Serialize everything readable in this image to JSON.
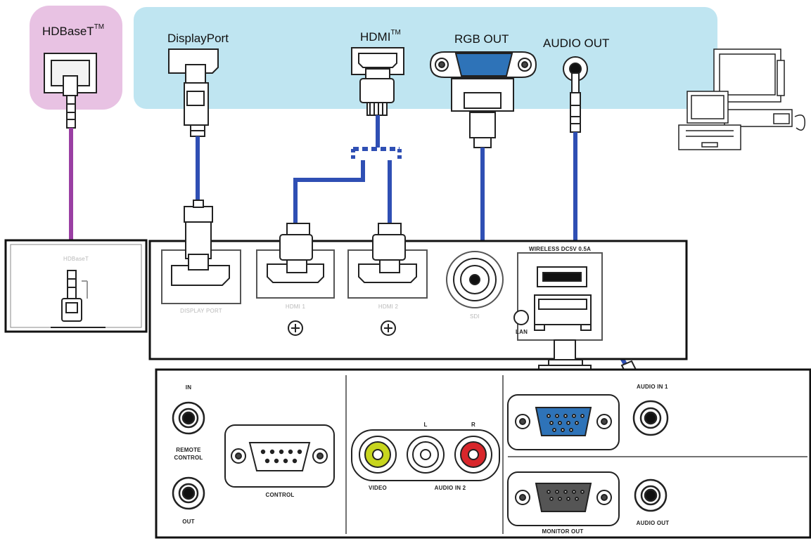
{
  "source_labels": {
    "hdbaset": "HDBaseT",
    "hdbaset_tm": "TM",
    "displayport": "DisplayPort",
    "hdmi": "HDMI",
    "hdmi_tm": "TM",
    "rgb_out": "RGB OUT",
    "audio_out": "AUDIO OUT"
  },
  "projector_panel": {
    "hdbaset_port": "HDBaseT",
    "display_port": "DISPLAY PORT",
    "hdmi1": "HDMI 1",
    "hdmi2": "HDMI 2",
    "sdi": "SDI",
    "wireless": "WIRELESS DC5V 0.5A",
    "lan": "LAN"
  },
  "lower_panel": {
    "in": "IN",
    "remote_control": "REMOTE CONTROL",
    "out": "OUT",
    "control": "CONTROL",
    "l": "L",
    "r": "R",
    "video": "VIDEO",
    "audio_in2": "AUDIO IN 2",
    "audio_in1": "AUDIO IN 1",
    "monitor_out": "MONITOR OUT",
    "audio_out": "AUDIO OUT"
  },
  "colors": {
    "source_panel_bg": "#bfe5f1",
    "hdbaset_bg": "#e8c2e3",
    "cable_blue": "#2f4fb4",
    "cable_purple": "#9a3fa3",
    "vga_port_blue": "#2e73b8",
    "video_yellow": "#c7d51e",
    "audio_red": "#d8262b"
  }
}
